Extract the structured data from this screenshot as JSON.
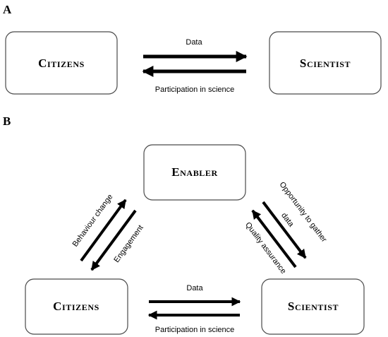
{
  "panels": {
    "a": {
      "letter": "A",
      "citizens_label": "Citizens",
      "scientist_label": "Scientist",
      "arrow_top_label": "Data",
      "arrow_bottom_label": "Participation in science"
    },
    "b": {
      "letter": "B",
      "enabler_label": "Enabler",
      "citizens_label": "Citizens",
      "scientist_label": "Scientist",
      "left_arrow_up_label": "Behaviour change",
      "left_arrow_down_label": "Engagement",
      "right_arrow_down_label_line1": "Opportunity to gather",
      "right_arrow_down_label_line2": "data",
      "right_arrow_up_label": "Quality assurance",
      "bottom_arrow_top_label": "Data",
      "bottom_arrow_bottom_label": "Participation in science"
    }
  },
  "colors": {
    "stroke": "#000000",
    "box_border": "#4a4a4a"
  }
}
